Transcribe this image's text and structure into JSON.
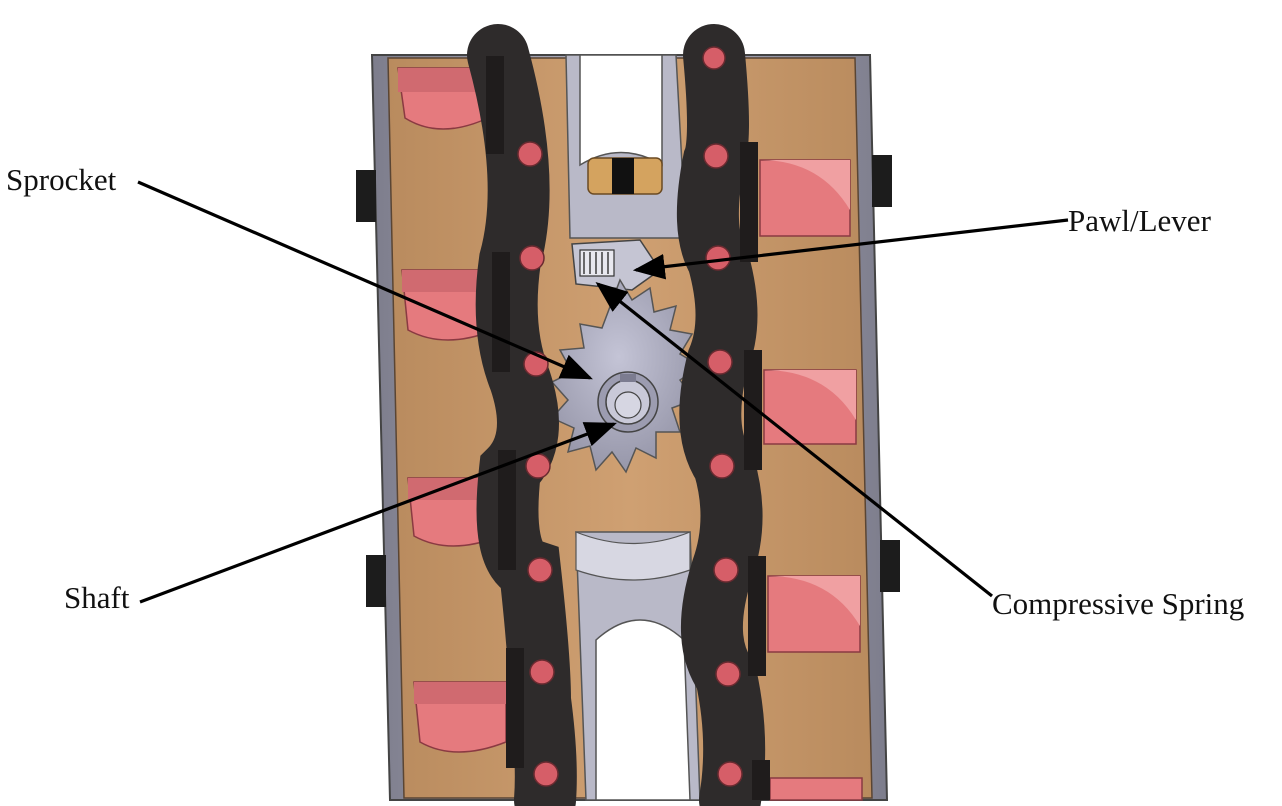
{
  "labels": {
    "sprocket": "Sprocket",
    "pawl_lever": "Pawl/Lever",
    "shaft": "Shaft",
    "compressive_spring": "Compressive Spring"
  },
  "colors": {
    "housing_wood": "#c89a6c",
    "housing_frame": "#9a9aa8",
    "chain_dark": "#2e2b2b",
    "chain_pin": "#d65e68",
    "paddle": "#e57a7e",
    "paddle_dark": "#b75560",
    "metal_light": "#b9b9c8",
    "background": "#ffffff"
  },
  "icons": {
    "sprocket": "gear-icon",
    "spring": "spring-coil-icon",
    "shaft": "circle-hub-icon"
  }
}
